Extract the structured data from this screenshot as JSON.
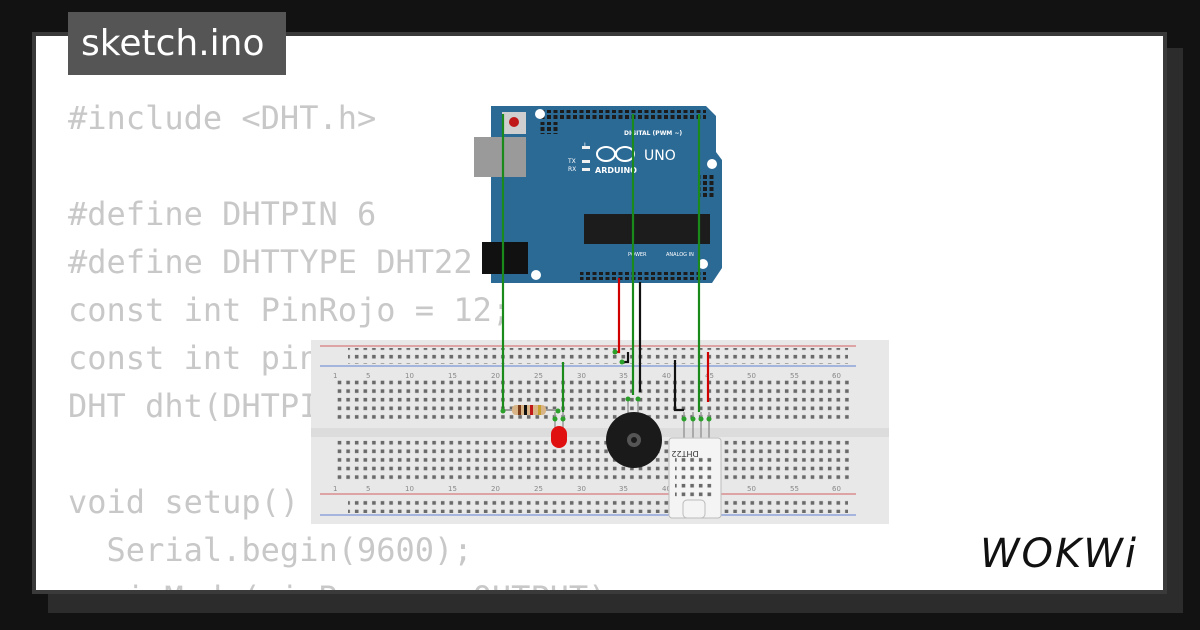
{
  "file": {
    "name": "sketch.ino"
  },
  "code": {
    "lines": [
      "#include <DHT.h>",
      "",
      "#define DHTPIN 6",
      "#define DHTTYPE DHT22",
      "const int PinRojo = 12;",
      "const int pin",
      "DHT dht(DHTPI",
      "",
      "void setup() {",
      "  Serial.begin(9600);",
      "  pinMode(pinBuzzer, OUTPUT);"
    ]
  },
  "board": {
    "brand": "ARDUINO",
    "model": "UNO",
    "digital_header": "DIGITAL (PWM ~)",
    "power_label": "POWER",
    "analog_label": "ANALOG IN",
    "color": "#2c6a96"
  },
  "sensor": {
    "name": "DHT22"
  },
  "brand": {
    "logo_text": "WOKWi"
  },
  "colors": {
    "wire_green": "#1a8a1a",
    "wire_red": "#d00000",
    "wire_black": "#111111",
    "led_red": "#e01010"
  }
}
